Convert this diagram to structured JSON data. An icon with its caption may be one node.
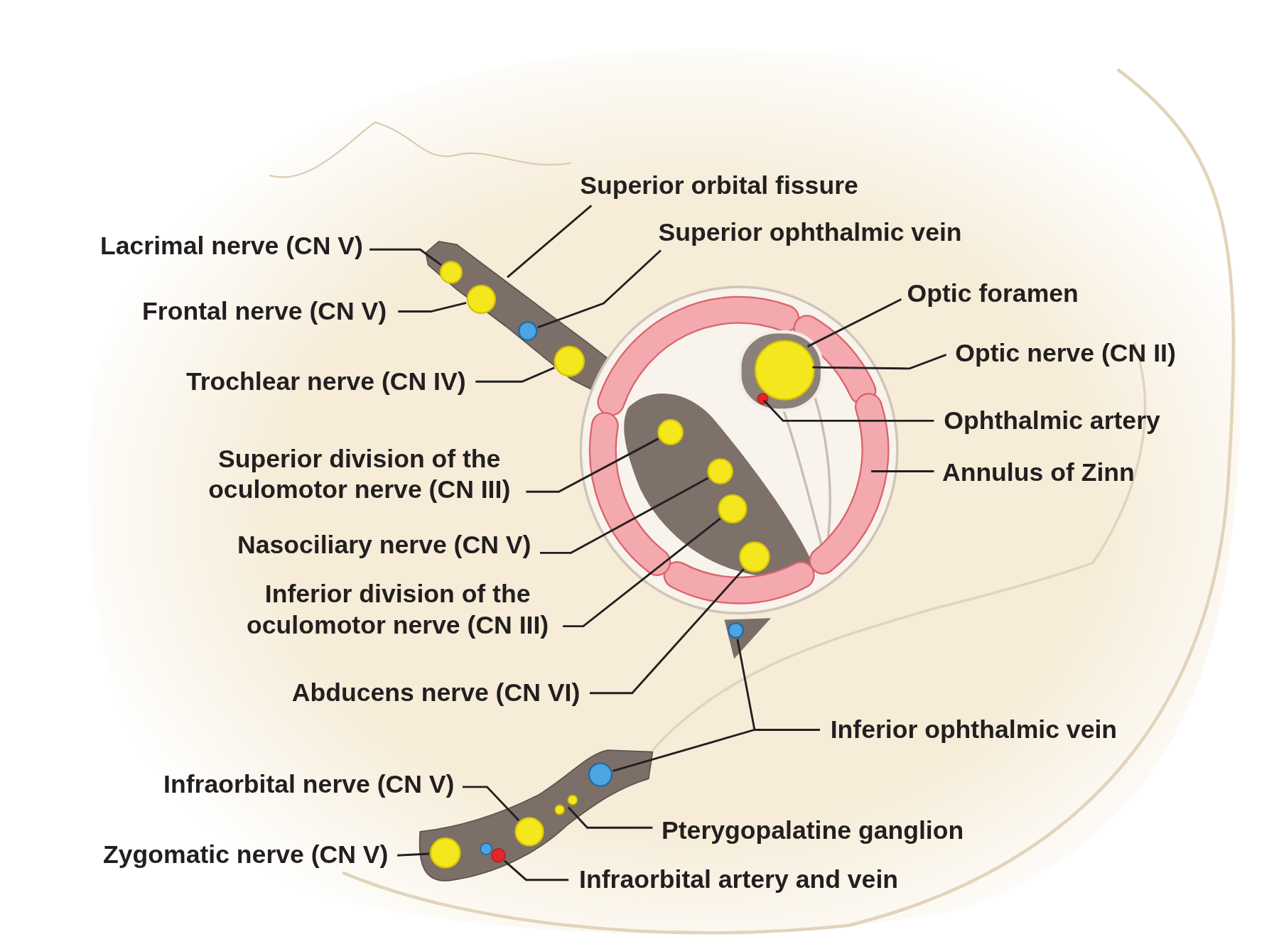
{
  "diagram": {
    "nodes": [
      {
        "text": [
          "Superior orbital fissure"
        ]
      },
      {
        "text": [],
        "shape": "band"
      },
      {
        "text": [
          "Lacrimal nerve (CN V)"
        ]
      },
      {
        "text": [],
        "shape": "circle",
        "in": 1
      },
      {
        "text": [
          "Superior ophthalmic vein"
        ]
      },
      {
        "text": [],
        "shape": "circle",
        "in": 1
      },
      {
        "text": [
          "Frontal nerve (CN V)"
        ]
      },
      {
        "text": [],
        "shape": "circle",
        "in": 1
      },
      {
        "text": [
          "Optic foramen"
        ]
      },
      {
        "text": [],
        "shape": "oval",
        "in": 19
      },
      {
        "text": [
          "Optic nerve (CN II)"
        ]
      },
      {
        "text": [],
        "shape": "circle",
        "in": 9
      },
      {
        "text": [
          "Trochlear nerve (CN IV)"
        ]
      },
      {
        "text": [],
        "shape": "circle",
        "in": 1
      },
      {
        "text": [
          "Ophthalmic artery"
        ]
      },
      {
        "text": [],
        "shape": "circle",
        "in": 9
      },
      {
        "text": [
          "Superior division of the oculomotor nerve (CN III)"
        ]
      },
      {
        "text": [],
        "shape": "circle",
        "in": 19
      },
      {
        "text": [
          "Annulus of Zinn"
        ]
      },
      {
        "text": [],
        "shape": "ring"
      },
      {
        "text": [
          "Nasociliary nerve (CN V)"
        ]
      },
      {
        "text": [],
        "shape": "circle",
        "in": 19
      },
      {
        "text": [
          "Inferior division of the oculomotor nerve (CN III)"
        ]
      },
      {
        "text": [],
        "shape": "circle",
        "in": 19
      },
      {
        "text": [
          "Abducens nerve (CN VI)"
        ]
      },
      {
        "text": [],
        "shape": "circle",
        "in": 19
      },
      {
        "text": [
          "Inferior ophthalmic vein"
        ]
      },
      {
        "text": [],
        "shape": "circle"
      },
      {
        "text": [],
        "shape": "circle"
      },
      {
        "text": [
          "Infraorbital nerve (CN V)"
        ]
      },
      {
        "text": [],
        "shape": "circle"
      },
      {
        "text": [
          "Pterygopalatine ganglion"
        ]
      },
      {
        "text": [],
        "shape": "circle"
      },
      {
        "text": [
          "Zygomatic nerve (CN V)"
        ]
      },
      {
        "text": [],
        "shape": "circle"
      },
      {
        "text": [
          "Infraorbital artery and vein"
        ]
      },
      {
        "text": [],
        "shape": "circle"
      }
    ],
    "edges": [
      {
        "from": 0,
        "to": 1,
        "arrow": "none"
      },
      {
        "from": 2,
        "to": 3,
        "arrow": "none"
      },
      {
        "from": 4,
        "to": 5,
        "arrow": "none"
      },
      {
        "from": 6,
        "to": 7,
        "arrow": "none"
      },
      {
        "from": 8,
        "to": 9,
        "arrow": "none"
      },
      {
        "from": 10,
        "to": 11,
        "arrow": "none"
      },
      {
        "from": 12,
        "to": 13,
        "arrow": "none"
      },
      {
        "from": 14,
        "to": 15,
        "arrow": "none"
      },
      {
        "from": 16,
        "to": 17,
        "arrow": "none"
      },
      {
        "from": 18,
        "to": 19,
        "arrow": "none"
      },
      {
        "from": 20,
        "to": 21,
        "arrow": "none"
      },
      {
        "from": 22,
        "to": 23,
        "arrow": "none"
      },
      {
        "from": 24,
        "to": 25,
        "arrow": "none"
      },
      {
        "from": 26,
        "to": 27,
        "arrow": "none"
      },
      {
        "from": 26,
        "to": 28,
        "arrow": "none"
      },
      {
        "from": 29,
        "to": 30,
        "arrow": "none"
      },
      {
        "from": 31,
        "to": 32,
        "arrow": "none"
      },
      {
        "from": 33,
        "to": 34,
        "arrow": "none"
      },
      {
        "from": 35,
        "to": 36,
        "arrow": "none"
      }
    ]
  }
}
